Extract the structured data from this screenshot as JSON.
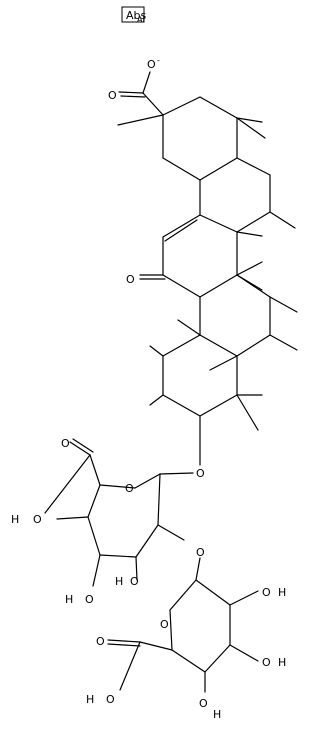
{
  "structure": {
    "counterion": "Al",
    "counterion_box_label": "Abs",
    "carboxylate_oxygen": "O",
    "carboxylate_charge": "-",
    "ketone_oxygen": "O",
    "glycoside_oxygen": "O",
    "ring_oxygen_upper": "O",
    "ring_oxygen_lower": "O",
    "link_oxygen": "O",
    "labels": {
      "oh_upper_acid": "H",
      "o_upper_acid": "O",
      "o_upper_acid_carbonyl": "O",
      "oh_c3_upper": "H",
      "o_c3_upper": "O",
      "oh_c4_upper": "H",
      "o_c4_upper": "O",
      "o_lower_acid_carbonyl": "O",
      "o_lower_acid": "O",
      "oh_lower_acid": "H",
      "o_c2_lower": "O",
      "oh_c2_lower": "H",
      "o_c3_lower": "O",
      "oh_c3_lower": "H",
      "o_c4_lower": "O",
      "oh_c4_lower": "H"
    }
  }
}
